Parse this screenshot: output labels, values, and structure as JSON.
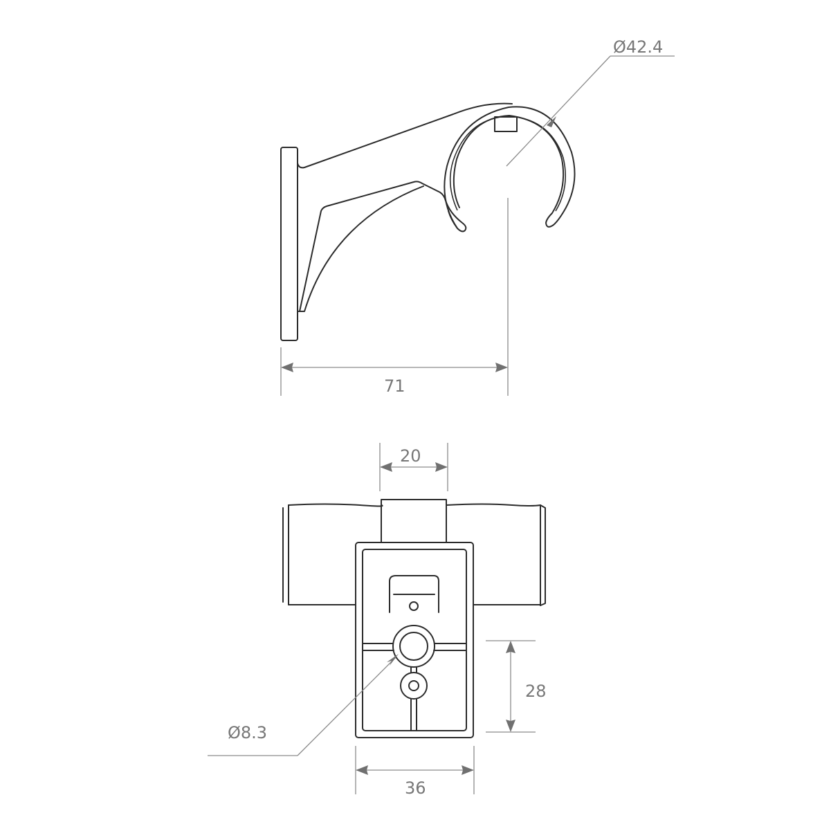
{
  "drawing": {
    "title": "Handrail bracket technical drawing",
    "colors": {
      "outline": "#2b2b2b",
      "dimension": "#8a8a8a",
      "label": "#777777",
      "background": "#ffffff"
    },
    "side_view": {
      "diameter_label": "Ø42.4",
      "projection_label": "71"
    },
    "front_view": {
      "saddle_width_label": "20",
      "hole_diameter_label": "Ø8.3",
      "base_height_label": "28",
      "base_width_label": "36"
    }
  }
}
